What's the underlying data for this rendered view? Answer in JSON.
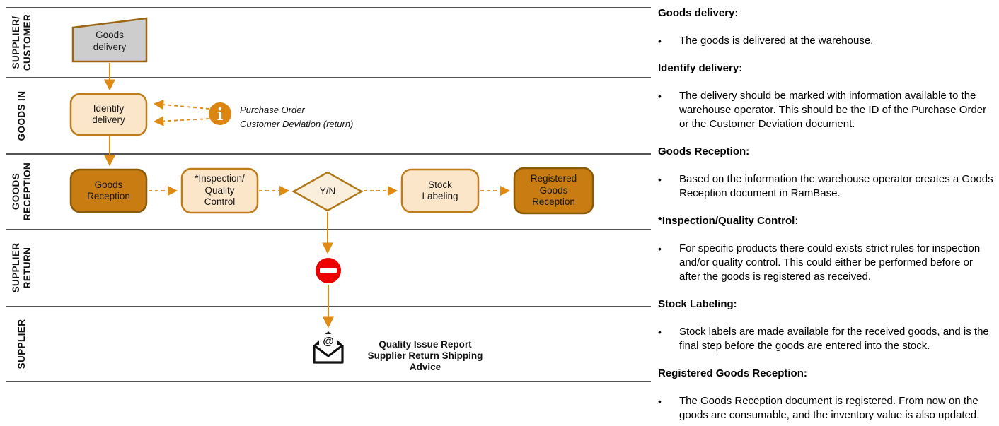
{
  "diagram": {
    "lanes": [
      {
        "lines": [
          "SUPPLIER/",
          "CUSTOMER"
        ]
      },
      {
        "lines": [
          "GOODS IN"
        ]
      },
      {
        "lines": [
          "GOODS",
          "RECEPTION"
        ]
      },
      {
        "lines": [
          "SUPPLIER",
          "RETURN"
        ]
      },
      {
        "lines": [
          "SUPPLIER"
        ]
      }
    ],
    "nodes": {
      "goods_delivery": {
        "lines": [
          "Goods",
          "delivery"
        ]
      },
      "identify_delivery": {
        "lines": [
          "Identify",
          "delivery"
        ]
      },
      "goods_reception": {
        "lines": [
          "Goods",
          "Reception"
        ]
      },
      "inspection": {
        "lines": [
          "*Inspection/",
          "Quality",
          "Control"
        ]
      },
      "decision": {
        "lines": [
          "Y/N"
        ]
      },
      "stock_labeling": {
        "lines": [
          "Stock",
          "Labeling"
        ]
      },
      "registered_goods_reception": {
        "lines": [
          "Registered",
          "Goods",
          "Reception"
        ]
      }
    },
    "annotations": {
      "info_lines": [
        "Purchase Order",
        "Customer Deviation (return)"
      ],
      "mail_lines": [
        "Quality Issue Report",
        "Supplier Return Shipping Advice"
      ]
    },
    "icons": {
      "info_glyph": "i",
      "at_glyph": "@"
    },
    "colors": {
      "arrow_orange": "#DE8A13",
      "node_dark_fill": "#C87C12",
      "node_dark_border": "#8A5A06",
      "node_light_fill": "#FCE6CA",
      "node_light_border": "#BE7C1B",
      "trapezoid_fill": "#CDCDCD",
      "trapezoid_border": "#9C6511",
      "info_circle": "#DC8512",
      "stop_red": "#EC0000"
    }
  },
  "panel": {
    "bullet_char": "•",
    "sections": [
      {
        "heading": "Goods delivery:",
        "bullets": [
          "The goods is delivered at the warehouse."
        ]
      },
      {
        "heading": "Identify delivery:",
        "bullets": [
          "The delivery should be marked with information available to the warehouse operator. This should be the ID of the Purchase Order or the Customer Deviation document."
        ]
      },
      {
        "heading": "Goods Reception:",
        "bullets": [
          "Based on the information the warehouse operator creates a Goods Reception document in RamBase."
        ]
      },
      {
        "heading": "*Inspection/Quality Control:",
        "bullets": [
          "For specific products there could exists strict rules for inspection and/or quality control. This could either be performed before or after the goods is registered as received."
        ]
      },
      {
        "heading": "Stock Labeling:",
        "bullets": [
          "Stock labels are made available for the received goods, and is the final step before the goods are entered into the stock."
        ]
      },
      {
        "heading": "Registered Goods Reception:",
        "bullets": [
          "The Goods Reception document is registered. From now on the goods are consumable, and the inventory value is also updated."
        ]
      }
    ]
  }
}
